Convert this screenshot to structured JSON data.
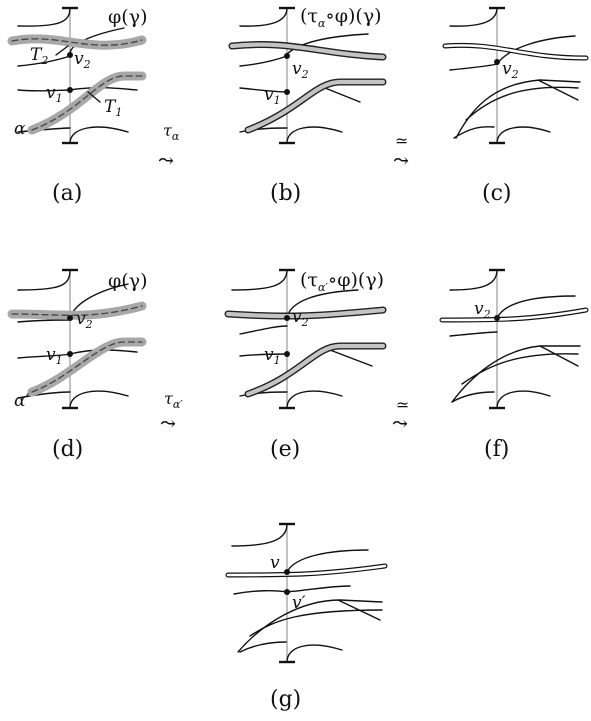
{
  "panels": [
    {
      "caption": "(a)",
      "curve_label": "φ(γ)",
      "vertex_labels": [
        "v",
        "v"
      ],
      "vertex_subs": [
        "2",
        "1"
      ],
      "tree_labels": [
        "T",
        "T"
      ],
      "tree_subs": [
        "2",
        "1"
      ],
      "curve_alpha": "α"
    },
    {
      "caption": "(b)",
      "curve_label": "(τ",
      "curve_label_sub": "α",
      "curve_label_end": "∘φ)(γ)",
      "vertex_labels": [
        "v",
        "v"
      ],
      "vertex_subs": [
        "2",
        "1"
      ]
    },
    {
      "caption": "(c)",
      "vertex_labels": [
        "v"
      ],
      "vertex_subs": [
        "2"
      ]
    },
    {
      "caption": "(d)",
      "curve_label": "φ(γ)",
      "vertex_labels": [
        "v",
        "v"
      ],
      "vertex_subs": [
        "2",
        "1"
      ],
      "curve_alpha": "α′"
    },
    {
      "caption": "(e)",
      "curve_label": "(τ",
      "curve_label_sub": "α′",
      "curve_label_end": "∘φ)(γ)",
      "vertex_labels": [
        "v",
        "v"
      ],
      "vertex_subs": [
        "2",
        "1"
      ]
    },
    {
      "caption": "(f)",
      "vertex_labels": [
        "v"
      ],
      "vertex_subs": [
        "2"
      ]
    },
    {
      "caption": "(g)",
      "vertex_labels": [
        "v",
        "v′"
      ]
    }
  ],
  "arrows": [
    {
      "label": "τ",
      "sub": "α",
      "glyph": "⤳"
    },
    {
      "label": "≃",
      "glyph": "⤳"
    },
    {
      "label": "τ",
      "sub": "α′",
      "glyph": "⤳"
    },
    {
      "label": "≃",
      "glyph": "⤳"
    }
  ]
}
